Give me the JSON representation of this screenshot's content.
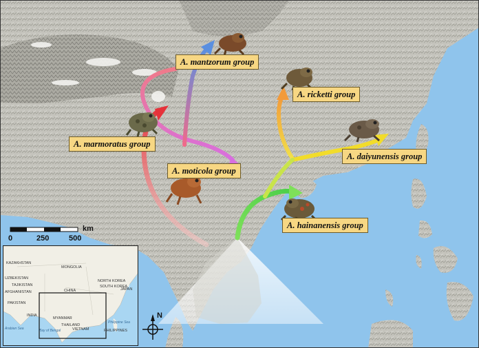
{
  "groups": {
    "mantzorum": "A. mantzorum group",
    "ricketti": "A. ricketti group",
    "marmoratus": "A. marmoratus group",
    "daiyunensis": "A. daiyunensis group",
    "moticola": "A. moticola group",
    "hainanensis": "A. hainanensis group"
  },
  "scale_bar": {
    "unit": "km",
    "ticks": [
      "0",
      "250",
      "500"
    ]
  },
  "north_arrow": {
    "letter": "N"
  },
  "inset_map": {
    "labels": [
      "KAZAKHSTAN",
      "MONGOLIA",
      "UZBEKISTAN",
      "TAJIKISTAN",
      "AFGHANISTAN",
      "PAKISTAN",
      "CHINA",
      "NORTH KOREA",
      "SOUTH KOREA",
      "JAPAN",
      "INDIA",
      "MYANMAR",
      "THAILAND",
      "VIETNAM",
      "PHILIPPINES"
    ],
    "seas": [
      "Arabian Sea",
      "Bay of Bengal",
      "Philippine Sea"
    ]
  },
  "colors": {
    "ocean": "#8fc4ec",
    "land": "#bdbdb5",
    "label_bg": "#f7d783",
    "arrow_mantzorum": "#5a8fe0",
    "arrow_marmoratus": "#e6424a",
    "arrow_moticola": "#d86ee0",
    "arrow_ricketti": "#f2b34a",
    "arrow_daiyunensis": "#f2dc2a",
    "arrow_hainanensis": "#7ee05a"
  }
}
